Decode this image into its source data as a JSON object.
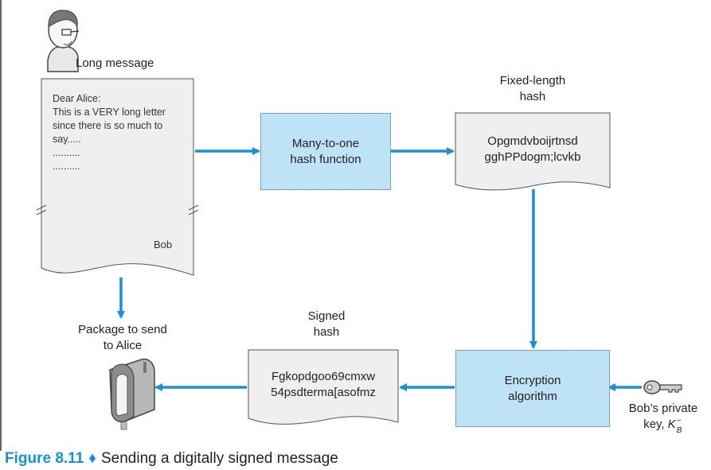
{
  "sender_label": "Long message",
  "letter": {
    "lines": [
      "Dear Alice:",
      "This is a VERY long letter",
      "since there is so much to",
      "say.....",
      "..........",
      ".........."
    ],
    "signature": "Bob"
  },
  "hash_function_label": [
    "Many-to-one",
    "hash function"
  ],
  "fixed_hash": {
    "title": [
      "Fixed-length",
      "hash"
    ],
    "value": [
      "Opgmdvboijrtnsd",
      "gghPPdogm;lcvkb"
    ]
  },
  "encryption_label": [
    "Encryption",
    "algorithm"
  ],
  "private_key_label": [
    "Bob’s private",
    "key, "
  ],
  "private_key_symbol": {
    "base": "K",
    "sub": "B",
    "sup": "−"
  },
  "signed_hash": {
    "title": [
      "Signed",
      "hash"
    ],
    "value": [
      "Fgkopdgoo69cmxw",
      "54psdterma[asofmz"
    ]
  },
  "package_label": [
    "Package to send",
    "to Alice"
  ],
  "caption": {
    "figure": "Figure 8.11",
    "separator": "♦",
    "text": "Sending a digitally signed message"
  },
  "colors": {
    "arrow": "#1b8fd6",
    "box_fill": "#bfe3f6",
    "paper_fill": "#efefef",
    "caption_accent": "#1b8fd6"
  }
}
